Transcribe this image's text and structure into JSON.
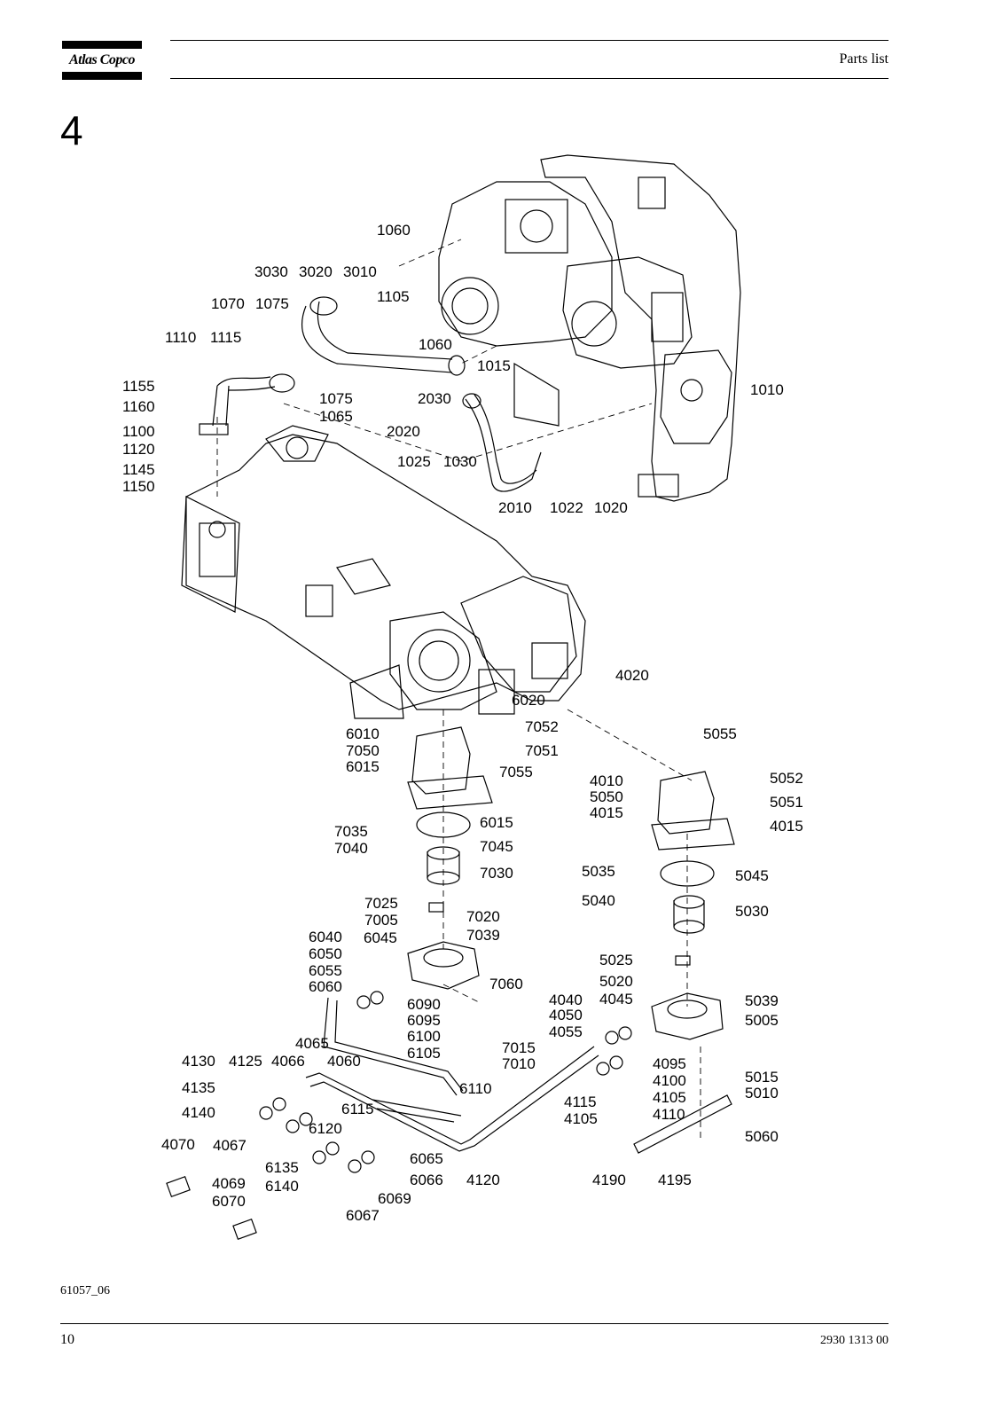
{
  "header": {
    "brand": "Atlas Copco",
    "title": "Parts list"
  },
  "section_number": "4",
  "drawing": {
    "labels": [
      "1060",
      "3030",
      "3020",
      "3010",
      "1105",
      "1070",
      "1075",
      "1110",
      "1115",
      "1060",
      "1015",
      "1010",
      "1155",
      "1160",
      "1075",
      "2030",
      "1065",
      "2020",
      "1100",
      "1120",
      "1025",
      "1030",
      "1145",
      "1150",
      "2010",
      "1022",
      "1020",
      "4020",
      "6020",
      "6010",
      "7052",
      "7050",
      "7051",
      "6015",
      "7055",
      "5055",
      "4010",
      "5052",
      "5050",
      "5051",
      "4015",
      "6015",
      "4015",
      "7035",
      "7045",
      "7040",
      "7030",
      "5035",
      "5045",
      "5040",
      "5030",
      "7025",
      "7020",
      "7005",
      "7039",
      "6040",
      "6045",
      "6050",
      "6055",
      "5025",
      "6060",
      "7060",
      "5020",
      "4040",
      "4045",
      "5039",
      "6090",
      "4050",
      "5005",
      "6095",
      "4055",
      "6100",
      "7015",
      "4065",
      "6105",
      "7010",
      "4130",
      "4125",
      "4066",
      "4060",
      "4095",
      "5015",
      "4100",
      "5010",
      "6110",
      "4135",
      "4105",
      "6115",
      "4115",
      "4110",
      "4140",
      "6120",
      "4105",
      "5060",
      "4070",
      "4067",
      "6065",
      "6135",
      "6066",
      "4120",
      "4190",
      "4195",
      "4069",
      "6140",
      "6069",
      "6070",
      "6067"
    ]
  },
  "footer": {
    "drawing_ref": "61057_06",
    "page": "10",
    "doc_number": "2930 1313 00"
  }
}
